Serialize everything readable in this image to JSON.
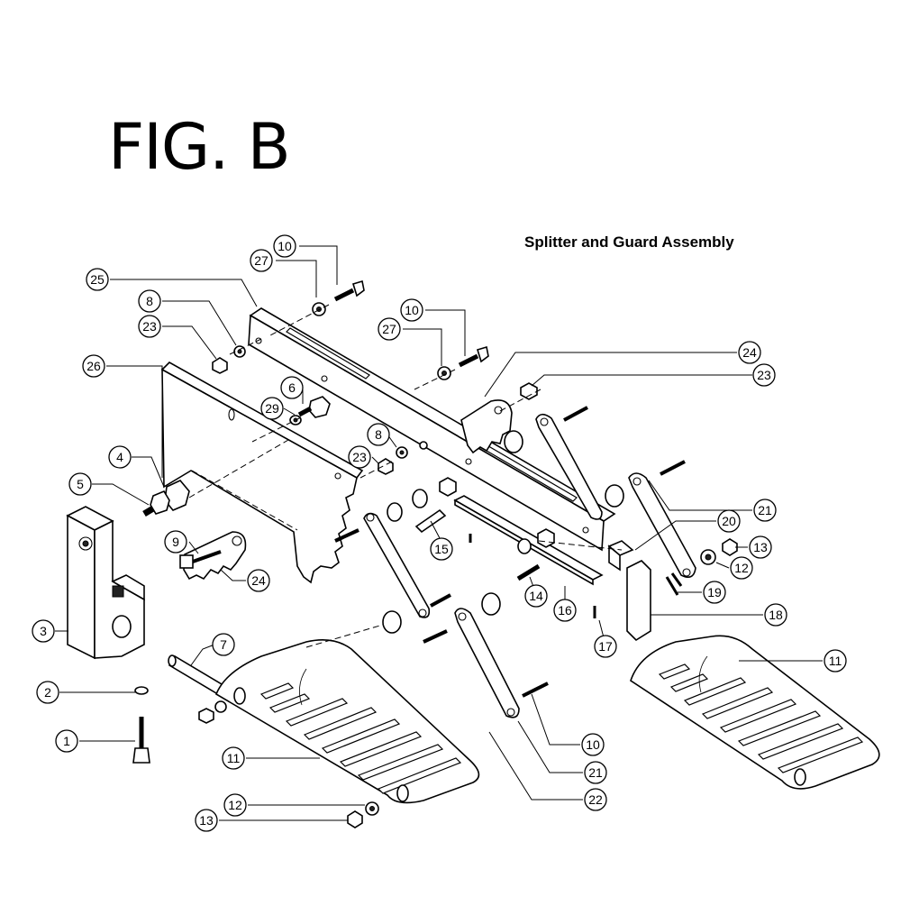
{
  "figure_title": "FIG. B",
  "assembly_title": "Splitter and Guard Assembly",
  "callouts": {
    "c1": "1",
    "c2": "2",
    "c3": "3",
    "c4": "4",
    "c5": "5",
    "c6": "6",
    "c7": "7",
    "c8a": "8",
    "c8b": "8",
    "c9": "9",
    "c10a": "10",
    "c10b": "10",
    "c10c": "10",
    "c11a": "11",
    "c11b": "11",
    "c12a": "12",
    "c12b": "12",
    "c13a": "13",
    "c13b": "13",
    "c14": "14",
    "c15": "15",
    "c16": "16",
    "c17": "17",
    "c18": "18",
    "c19": "19",
    "c20": "20",
    "c21a": "21",
    "c21b": "21",
    "c22": "22",
    "c23a": "23",
    "c23b": "23",
    "c23c": "23",
    "c24a": "24",
    "c24b": "24",
    "c25": "25",
    "c26": "26",
    "c27a": "27",
    "c27b": "27",
    "c29": "29"
  }
}
